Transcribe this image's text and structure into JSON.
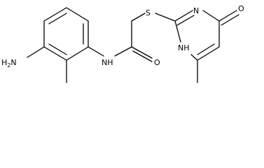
{
  "atoms": {
    "nh2_label": "H",
    "nh2_sub": "2",
    "nh2_n": "N",
    "amide_nh": "NH",
    "carbonyl_o": "O",
    "thioether_s": "S",
    "ring_n": "N",
    "ring_nh": "NH",
    "ketone_o": "O"
  },
  "colors": {
    "bond": "#000000",
    "text": "#000000",
    "background": "#ffffff"
  }
}
